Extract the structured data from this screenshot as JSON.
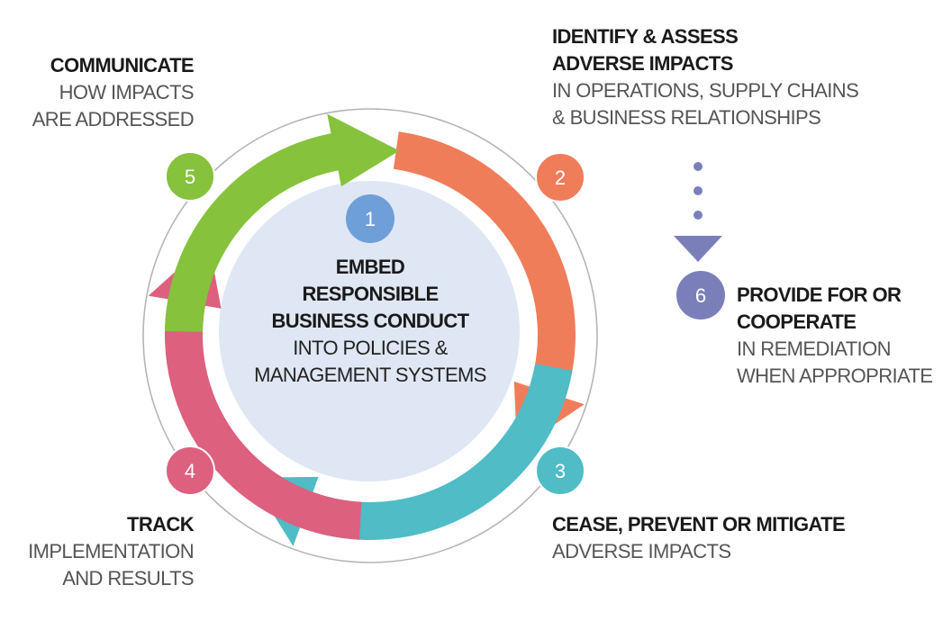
{
  "diagram": {
    "title": "Due diligence process and supporting measures",
    "center": {
      "step": "1",
      "title_lines": [
        "EMBED",
        "RESPONSIBLE",
        "BUSINESS CONDUCT"
      ],
      "sub_lines": [
        "INTO POLICIES &",
        "MANAGEMENT SYSTEMS"
      ],
      "color": "#6f9fd8",
      "disc_color": "#dfe7f4"
    },
    "steps": [
      {
        "number": "2",
        "title_lines": [
          "IDENTIFY & ASSESS",
          "ADVERSE IMPACTS"
        ],
        "sub_lines": [
          "IN OPERATIONS, SUPPLY CHAINS",
          "& BUSINESS RELATIONSHIPS"
        ],
        "color": "#f07d5a"
      },
      {
        "number": "3",
        "title_lines": [
          "CEASE, PREVENT OR MITIGATE"
        ],
        "sub_lines": [
          "ADVERSE IMPACTS"
        ],
        "color": "#4fbcc6"
      },
      {
        "number": "4",
        "title_lines": [
          "TRACK"
        ],
        "sub_lines": [
          "IMPLEMENTATION",
          "AND RESULTS"
        ],
        "color": "#dd607e"
      },
      {
        "number": "5",
        "title_lines": [
          "COMMUNICATE"
        ],
        "sub_lines": [
          "HOW IMPACTS",
          "ARE ADDRESSED"
        ],
        "color": "#86c23c"
      },
      {
        "number": "6",
        "title_lines": [
          "PROVIDE FOR OR",
          "COOPERATE"
        ],
        "sub_lines": [
          "IN REMEDIATION",
          "WHEN APPROPRIATE"
        ],
        "color": "#7b7fb9"
      }
    ],
    "ring_color": "#b5b5b5"
  }
}
